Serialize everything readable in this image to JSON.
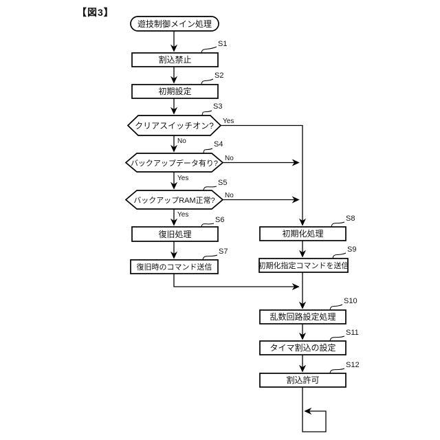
{
  "figure": {
    "label": "【図3】"
  },
  "flow": {
    "start": {
      "label": "遊技制御メイン処理"
    },
    "steps": {
      "s1": {
        "id": "S1",
        "label": "割込禁止"
      },
      "s2": {
        "id": "S2",
        "label": "初期設定"
      },
      "s3": {
        "id": "S3",
        "label": "クリアスイッチオン?",
        "yes": "Yes",
        "no": "No"
      },
      "s4": {
        "id": "S4",
        "label": "バックアップデータ有り?",
        "yes": "Yes",
        "no": "No"
      },
      "s5": {
        "id": "S5",
        "label": "バックアップRAM正常?",
        "yes": "Yes",
        "no": "No"
      },
      "s6": {
        "id": "S6",
        "label": "復旧処理"
      },
      "s7": {
        "id": "S7",
        "label": "復旧時のコマンド送信"
      },
      "s8": {
        "id": "S8",
        "label": "初期化処理"
      },
      "s9": {
        "id": "S9",
        "label": "初期化指定コマンドを送信"
      },
      "s10": {
        "id": "S10",
        "label": "乱数回路設定処理"
      },
      "s11": {
        "id": "S11",
        "label": "タイマ割込の設定"
      },
      "s12": {
        "id": "S12",
        "label": "割込許可"
      }
    }
  }
}
